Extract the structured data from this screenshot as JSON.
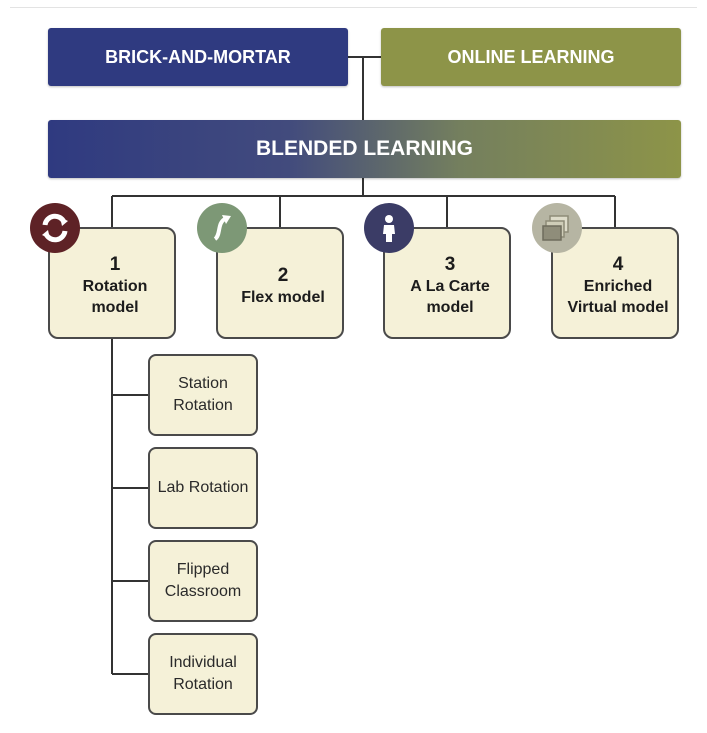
{
  "top": {
    "brick": "BRICK-AND-MORTAR",
    "online": "ONLINE LEARNING"
  },
  "blended": "BLENDED LEARNING",
  "models": [
    {
      "number": "1",
      "name": "Rotation model",
      "icon": "rotation-arrows-icon"
    },
    {
      "number": "2",
      "name": "Flex model",
      "icon": "flex-arrow-icon"
    },
    {
      "number": "3",
      "name": "A La Carte model",
      "icon": "person-icon"
    },
    {
      "number": "4",
      "name": "Enriched Virtual model",
      "icon": "stacked-screens-icon"
    }
  ],
  "rotation_submodels": [
    "Station Rotation",
    "Lab Rotation",
    "Flipped Classroom",
    "Individual Rotation"
  ],
  "colors": {
    "brick": "#2f3a80",
    "online": "#8d9448",
    "box_fill": "#f5f1d8",
    "rotation_icon": "#5e2226",
    "flex_icon": "#7d9876",
    "alacarte_icon": "#3b3c66",
    "enriched_icon": "#b6b5a3"
  }
}
